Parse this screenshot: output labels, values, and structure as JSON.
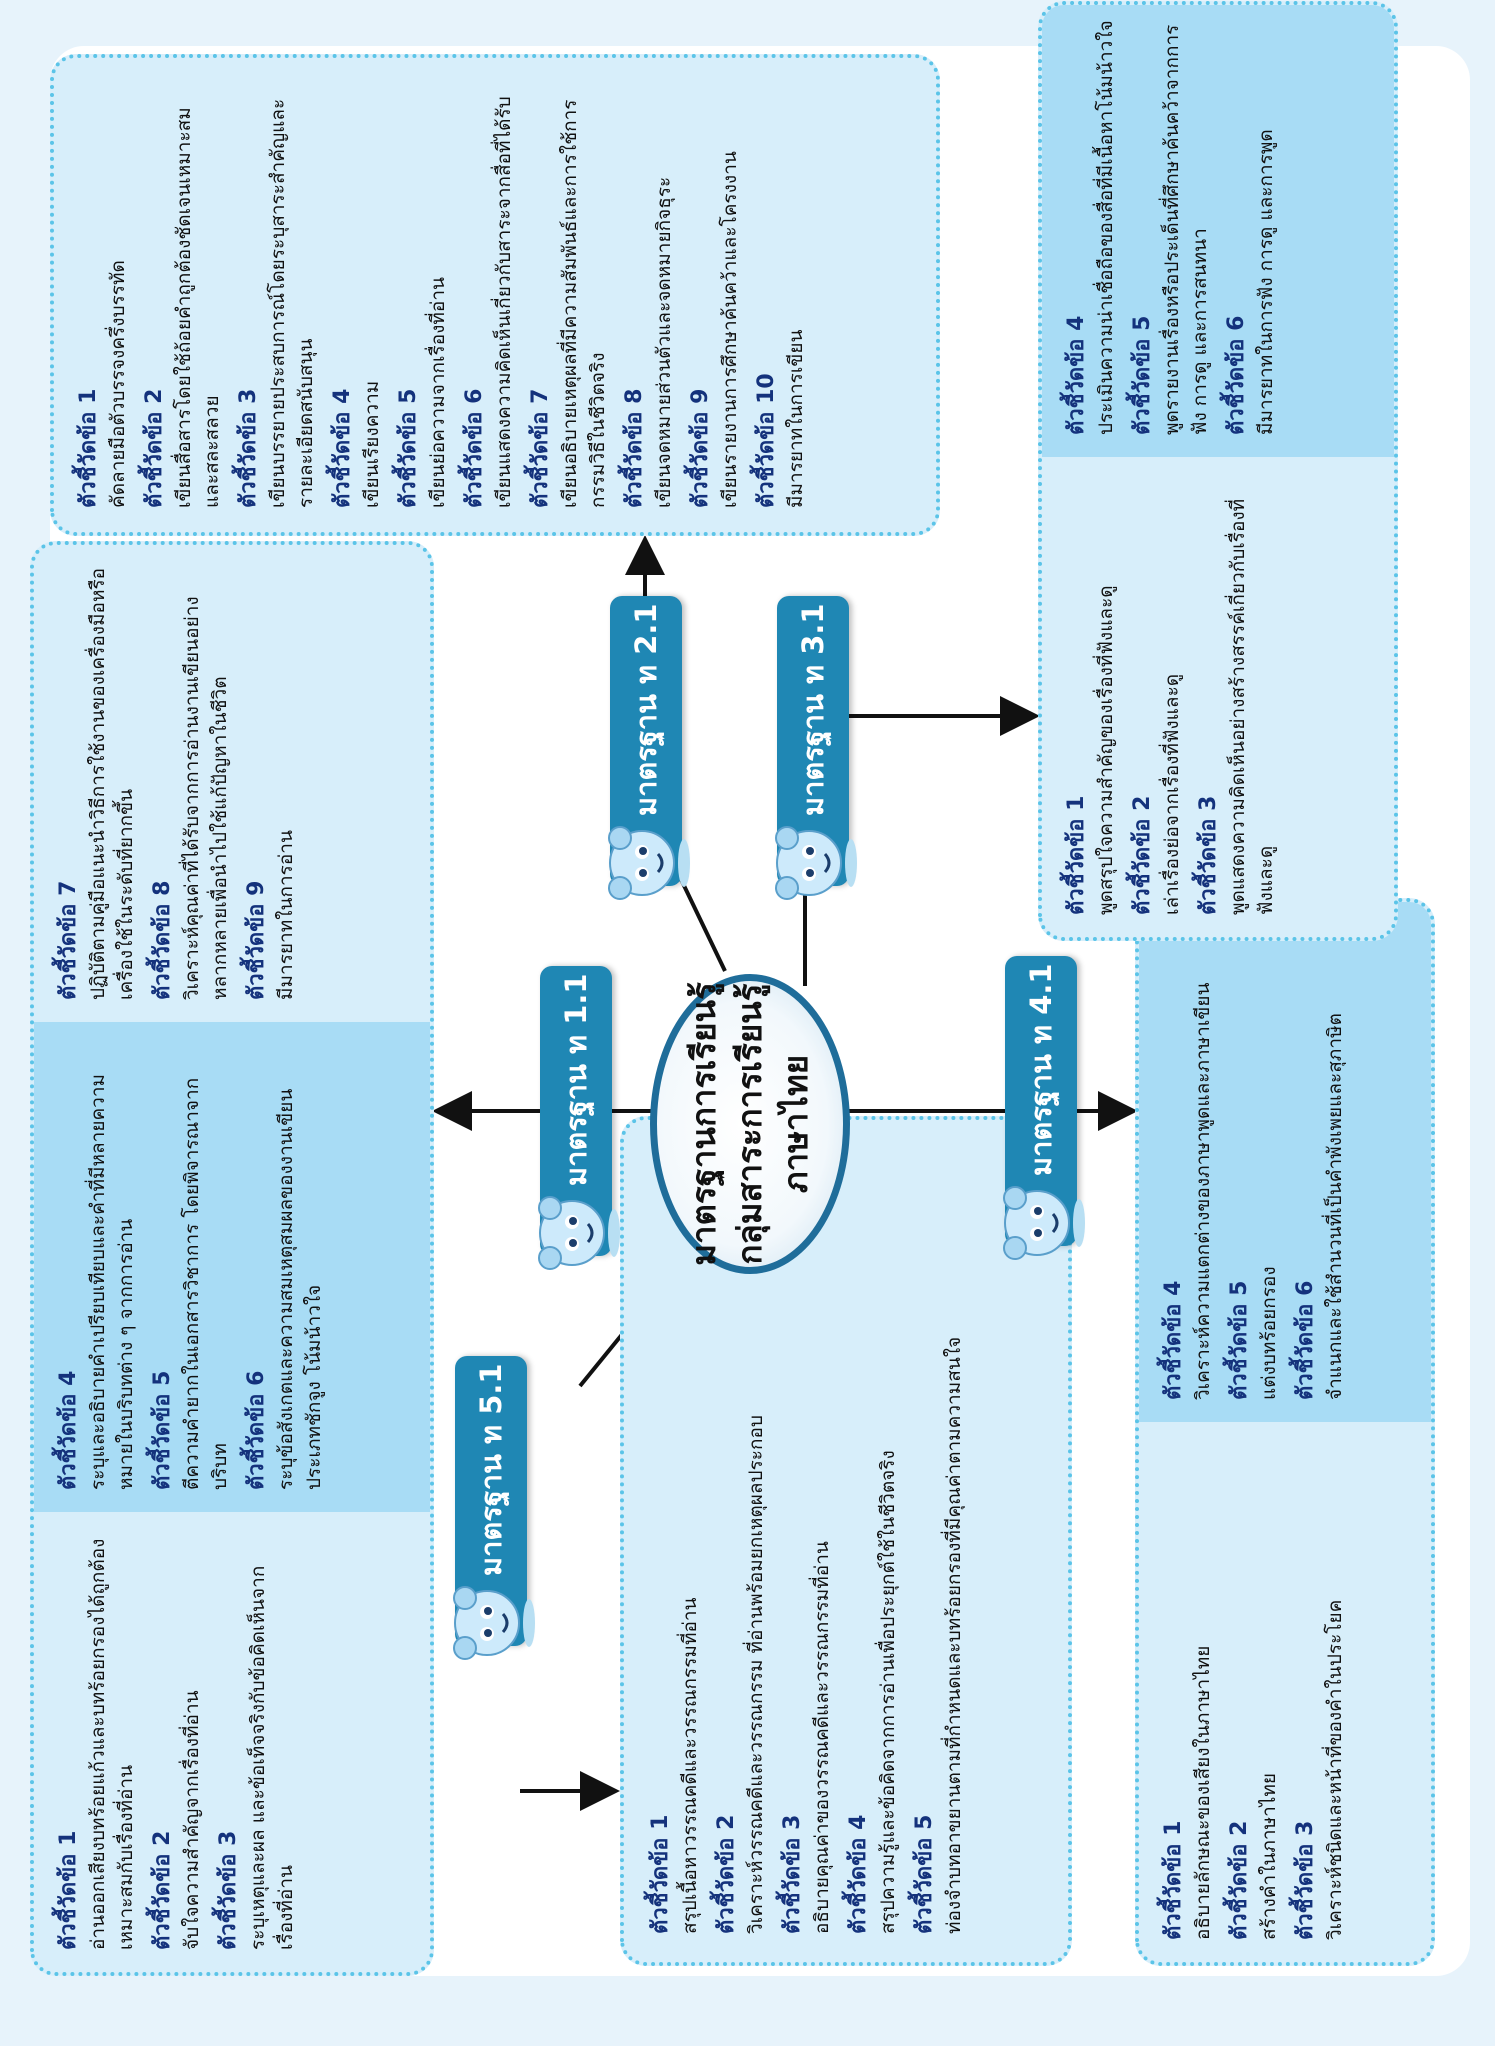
{
  "center": {
    "line1": "มาตรฐานการเรียนรู้",
    "line2": "กลุ่มสาระการเรียนรู้",
    "line3": "ภาษาไทย"
  },
  "icons": {
    "mascot": "child-mascot-icon",
    "arrow": "arrow-head-icon"
  },
  "colors": {
    "box_fill": "#d7eefa",
    "box_dark_fill": "#a8dcf5",
    "box_border": "#5bc4e8",
    "standard_label": "#1f87b4",
    "indicator_heading": "#14327c",
    "background": "#e7f3fb"
  },
  "standards": {
    "s11": {
      "label": "มาตรฐาน ท 1.1",
      "col1": [
        {
          "label": "ตัวชี้วัดข้อ 1",
          "text": "อ่านออกเสียงบทร้อยแก้วและบทร้อยกรองได้ถูกต้องเหมาะสมกับเรื่องที่อ่าน"
        },
        {
          "label": "ตัวชี้วัดข้อ 2",
          "text": "จับใจความสำคัญจากเรื่องที่อ่าน"
        },
        {
          "label": "ตัวชี้วัดข้อ 3",
          "text": "ระบุเหตุและผล และข้อเท็จจริงกับข้อคิดเห็นจากเรื่องที่อ่าน"
        }
      ],
      "col2": [
        {
          "label": "ตัวชี้วัดข้อ 4",
          "text": "ระบุและอธิบายคำเปรียบเทียบและคำที่มีหลายความหมายในบริบทต่าง ๆ จากการอ่าน"
        },
        {
          "label": "ตัวชี้วัดข้อ 5",
          "text": "ตีความคำยากในเอกสารวิชาการ โดยพิจารณาจากบริบท"
        },
        {
          "label": "ตัวชี้วัดข้อ 6",
          "text": "ระบุข้อสังเกตและความสมเหตุสมผลของงานเขียนประเภทชักจูง โน้มน้าวใจ"
        }
      ],
      "col3": [
        {
          "label": "ตัวชี้วัดข้อ 7",
          "text": "ปฏิบัติตามคู่มือแนะนำวิธีการใช้งานของเครื่องมือหรือเครื่องใช้ในระดับที่ยากขึ้น"
        },
        {
          "label": "ตัวชี้วัดข้อ 8",
          "text": "วิเคราะห์คุณค่าที่ได้รับจากการอ่านงานเขียนอย่างหลากหลายเพื่อนำไปใช้แก้ปัญหาในชีวิต"
        },
        {
          "label": "ตัวชี้วัดข้อ 9",
          "text": "มีมารยาทในการอ่าน"
        }
      ]
    },
    "s21": {
      "label": "มาตรฐาน ท 2.1",
      "col1": [
        {
          "label": "ตัวชี้วัดข้อ 1",
          "text": "คัดลายมือตัวบรรจงครึ่งบรรทัด"
        },
        {
          "label": "ตัวชี้วัดข้อ 2",
          "text": "เขียนสื่อสารโดยใช้ถ้อยคำถูกต้องชัดเจนเหมาะสม และสละสลวย"
        },
        {
          "label": "ตัวชี้วัดข้อ 3",
          "text": "เขียนบรรยายประสบการณ์โดยระบุสาระสำคัญและรายละเอียดสนับสนุน"
        },
        {
          "label": "ตัวชี้วัดข้อ 4",
          "text": "เขียนเรียงความ"
        },
        {
          "label": "ตัวชี้วัดข้อ 5",
          "text": "เขียนย่อความจากเรื่องที่อ่าน"
        },
        {
          "label": "ตัวชี้วัดข้อ 6",
          "text": "เขียนแสดงความคิดเห็นเกี่ยวกับสาระจากสื่อที่ได้รับ"
        },
        {
          "label": "ตัวชี้วัดข้อ 7",
          "text": "เขียนอธิบายเหตุผลที่มีความสัมพันธ์และการใช้การกรรมวิธีในชีวิตจริง"
        },
        {
          "label": "ตัวชี้วัดข้อ 8",
          "text": "เขียนจดหมายส่วนตัวและจดหมายกิจธุระ"
        },
        {
          "label": "ตัวชี้วัดข้อ 9",
          "text": "เขียนรายงานการศึกษาค้นคว้าและโครงงาน"
        },
        {
          "label": "ตัวชี้วัดข้อ 10",
          "text": "มีมารยาทในการเขียน"
        }
      ]
    },
    "s31": {
      "label": "มาตรฐาน ท 3.1",
      "col1": [
        {
          "label": "ตัวชี้วัดข้อ 1",
          "text": "พูดสรุปใจความสำคัญของเรื่องที่ฟังและดู"
        },
        {
          "label": "ตัวชี้วัดข้อ 2",
          "text": "เล่าเรื่องย่อจากเรื่องที่ฟังและดู"
        },
        {
          "label": "ตัวชี้วัดข้อ 3",
          "text": "พูดแสดงความคิดเห็นอย่างสร้างสรรค์เกี่ยวกับเรื่องที่ฟังและดู"
        }
      ],
      "col2": [
        {
          "label": "ตัวชี้วัดข้อ 4",
          "text": "ประเมินความน่าเชื่อถือของสื่อที่มีเนื้อหาโน้มน้าวใจ"
        },
        {
          "label": "ตัวชี้วัดข้อ 5",
          "text": "พูดรายงานเรื่องหรือประเด็นที่ศึกษาค้นคว้าจากการฟัง การดู และการสนทนา"
        },
        {
          "label": "ตัวชี้วัดข้อ 6",
          "text": "มีมารยาทในการฟัง การดู และการพูด"
        }
      ]
    },
    "s41": {
      "label": "มาตรฐาน ท 4.1",
      "col1": [
        {
          "label": "ตัวชี้วัดข้อ 1",
          "text": "อธิบายลักษณะของเสียงในภาษาไทย"
        },
        {
          "label": "ตัวชี้วัดข้อ 2",
          "text": "สร้างคำในภาษาไทย"
        },
        {
          "label": "ตัวชี้วัดข้อ 3",
          "text": "วิเคราะห์ชนิดและหน้าที่ของคำในประโยค"
        }
      ],
      "col2": [
        {
          "label": "ตัวชี้วัดข้อ 4",
          "text": "วิเคราะห์ความแตกต่างของภาษาพูดและภาษาเขียน"
        },
        {
          "label": "ตัวชี้วัดข้อ 5",
          "text": "แต่งบทร้อยกรอง"
        },
        {
          "label": "ตัวชี้วัดข้อ 6",
          "text": "จำแนกและใช้สำนวนที่เป็นคำพังเพยและสุภาษิต"
        }
      ]
    },
    "s51": {
      "label": "มาตรฐาน ท 5.1",
      "col1": [
        {
          "label": "ตัวชี้วัดข้อ 1",
          "text": "สรุปเนื้อหาวรรณคดีและวรรณกรรมที่อ่าน"
        },
        {
          "label": "ตัวชี้วัดข้อ 2",
          "text": "วิเคราะห์วรรณคดีและวรรณกรรม ที่อ่านพร้อมยกเหตุผลประกอบ"
        },
        {
          "label": "ตัวชี้วัดข้อ 3",
          "text": "อธิบายคุณค่าของวรรณคดีและวรรณกรรมที่อ่าน"
        },
        {
          "label": "ตัวชี้วัดข้อ 4",
          "text": "สรุปความรู้และข้อคิดจากการอ่านเพื่อประยุกต์ใช้ในชีวิตจริง"
        },
        {
          "label": "ตัวชี้วัดข้อ 5",
          "text": "ท่องจำบทอาขยานตามที่กำหนดและบทร้อยกรองที่มีคุณค่าตามความสนใจ"
        }
      ]
    }
  }
}
